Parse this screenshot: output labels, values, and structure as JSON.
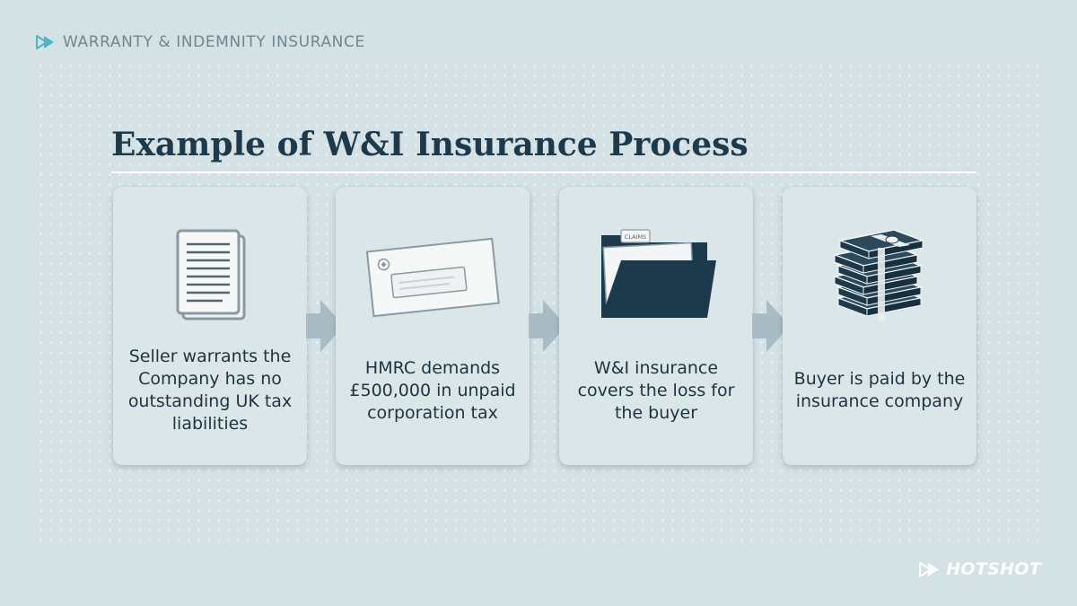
{
  "header": {
    "section_label": "WARRANTY & INDEMNITY INSURANCE",
    "icon": "play-icon",
    "accent": "#49b7c6"
  },
  "title": "Example of W&I Insurance Process",
  "steps": [
    {
      "label": "Seller warrants the Company has no outstanding UK tax liabilities",
      "icon": "document-icon"
    },
    {
      "label": "HMRC demands £500,000 in unpaid corporation tax",
      "icon": "envelope-icon"
    },
    {
      "label": "W&I insurance covers the loss for the buyer",
      "icon": "folder-icon",
      "folder_tab": "CLAIMS"
    },
    {
      "label": "Buyer is paid by the insurance company",
      "icon": "money-stack-icon"
    }
  ],
  "connector_icon": "arrow-right-icon",
  "logo": {
    "text": "HOTSHOT",
    "icon": "play-icon"
  },
  "colors": {
    "navy": "#1d3a4d",
    "background": "#d4e1e5",
    "card": "#dbe6e9",
    "arrow": "#a9bcc5"
  }
}
